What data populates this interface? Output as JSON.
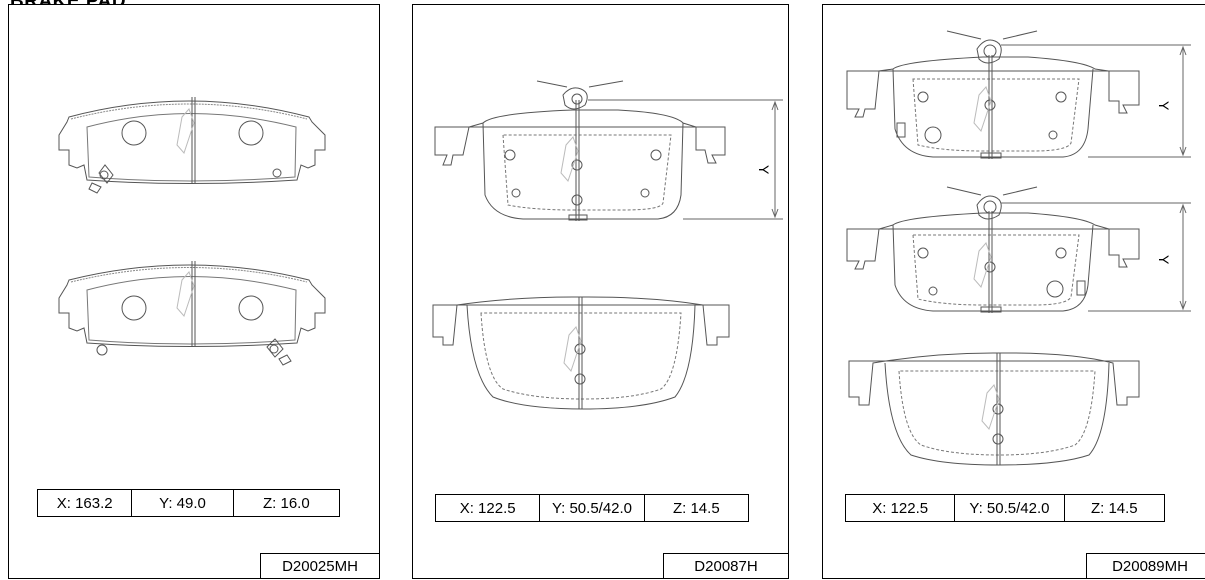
{
  "header": {
    "title": "BRAKE PAD"
  },
  "panels": [
    {
      "code": "D20025MH",
      "dims": {
        "x": "X: 163.2",
        "y": "Y: 49.0",
        "z": "Z: 16.0"
      }
    },
    {
      "code": "D20087H",
      "dims": {
        "x": "X: 122.5",
        "y": "Y: 50.5/42.0",
        "z": "Z: 14.5"
      },
      "dim_label": "Y"
    },
    {
      "code": "D20089MH",
      "dims": {
        "x": "X: 122.5",
        "y": "Y: 50.5/42.0",
        "z": "Z: 14.5"
      },
      "dim_label_top": "Y",
      "dim_label_bottom": "Y"
    }
  ]
}
